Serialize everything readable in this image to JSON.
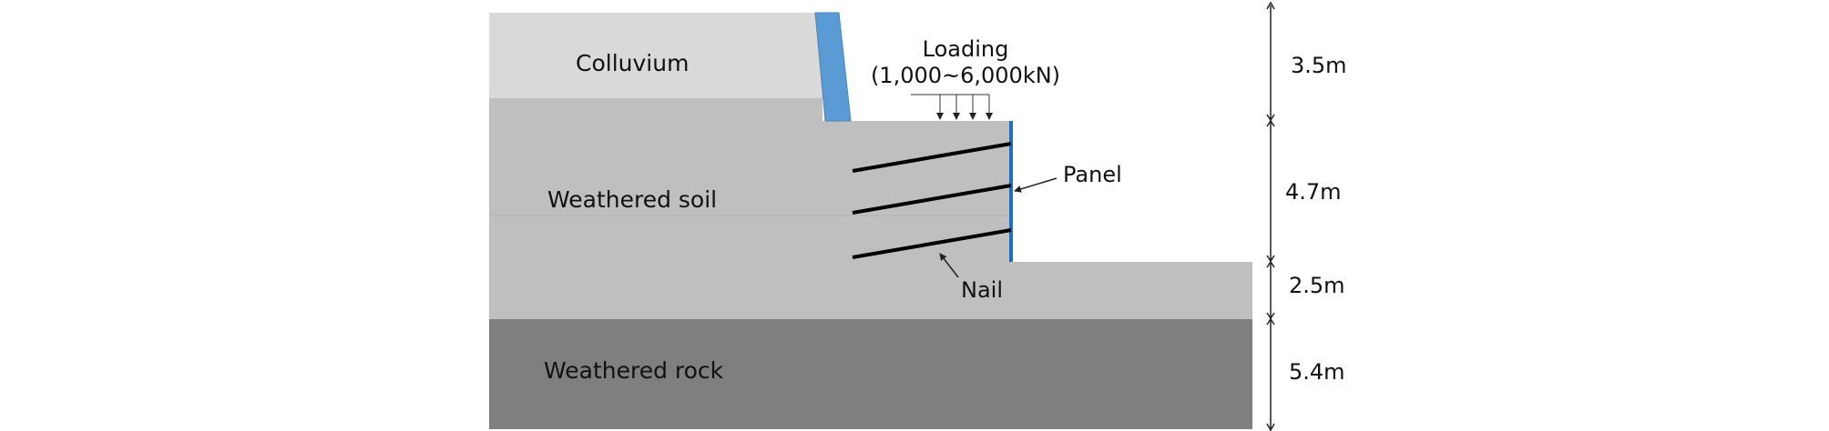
{
  "layers": [
    {
      "name": "Colluvium",
      "color": "#d9d9d9"
    },
    {
      "name": "Weathered soil",
      "color": "#bfbfbf"
    },
    {
      "name": "Weathered rock",
      "color": "#7f7f7f"
    }
  ],
  "structure": {
    "wall_color": "#5b9bd5",
    "panel_color": "#1f6fc1"
  },
  "annotations": {
    "loading_title": "Loading",
    "loading_range": "(1,000~6,000kN)",
    "panel": "Panel",
    "nail": "Nail"
  },
  "dimensions": [
    "3.5m",
    "4.7m",
    "2.5m",
    "5.4m"
  ]
}
